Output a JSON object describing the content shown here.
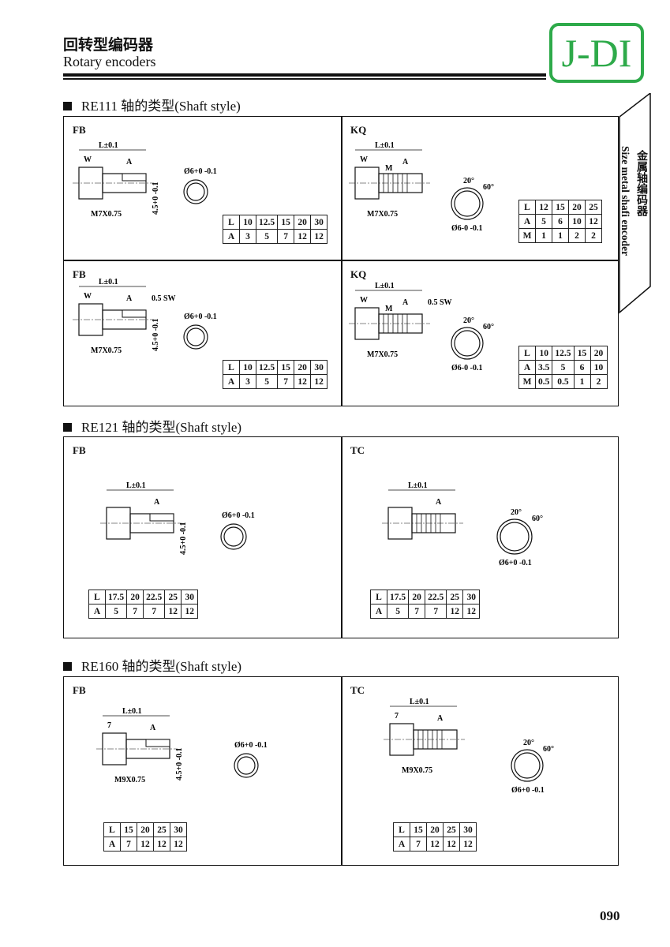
{
  "header": {
    "title_cn": "回转型编码器",
    "title_en": "Rotary encoders",
    "logo": "J-DI"
  },
  "side_tab": {
    "cn": "金属轴编码器",
    "en": "Size metal shafi encoder"
  },
  "sections": [
    {
      "heading": "RE111 轴的类型(Shaft style)",
      "panels": [
        {
          "title": "FB",
          "kind": "FB",
          "labels": {
            "L": "L±0.1",
            "W": "W",
            "A": "A",
            "thread": "M7X0.75",
            "h": "4.5+0 -0.1",
            "d": "Ø6+0 -0.1"
          },
          "table": [
            [
              "L",
              "10",
              "12.5",
              "15",
              "20",
              "30"
            ],
            [
              "A",
              "3",
              "5",
              "7",
              "12",
              "12"
            ]
          ]
        },
        {
          "title": "KQ",
          "kind": "KQ",
          "labels": {
            "L": "L±0.1",
            "W": "W",
            "A": "A",
            "M": "M",
            "thread": "M7X0.75",
            "d": "Ø6-0 -0.1",
            "a1": "20°",
            "a2": "60°"
          },
          "table": [
            [
              "L",
              "12",
              "15",
              "20",
              "25"
            ],
            [
              "A",
              "5",
              "6",
              "10",
              "12"
            ],
            [
              "M",
              "1",
              "1",
              "2",
              "2"
            ]
          ]
        },
        {
          "title": "FB",
          "kind": "FB",
          "labels": {
            "L": "L±0.1",
            "W": "W",
            "A": "A",
            "sw": "0.5  SW",
            "thread": "M7X0.75",
            "h": "4.5+0 -0.1",
            "d": "Ø6+0 -0.1"
          },
          "table": [
            [
              "L",
              "10",
              "12.5",
              "15",
              "20",
              "30"
            ],
            [
              "A",
              "3",
              "5",
              "7",
              "12",
              "12"
            ]
          ]
        },
        {
          "title": "KQ",
          "kind": "KQ",
          "labels": {
            "L": "L±0.1",
            "W": "W",
            "A": "A",
            "M": "M",
            "sw": "0.5  SW",
            "thread": "M7X0.75",
            "d": "Ø6-0 -0.1",
            "a1": "20°",
            "a2": "60°"
          },
          "table": [
            [
              "L",
              "10",
              "12.5",
              "15",
              "20"
            ],
            [
              "A",
              "3.5",
              "5",
              "6",
              "10"
            ],
            [
              "M",
              "0.5",
              "0.5",
              "1",
              "2"
            ]
          ]
        }
      ]
    },
    {
      "heading": "RE121 轴的类型(Shaft style)",
      "panels": [
        {
          "title": "FB",
          "kind": "FB",
          "labels": {
            "L": "L±0.1",
            "A": "A",
            "h": "4.5+0 -0.1",
            "d": "Ø6+0 -0.1"
          },
          "table": [
            [
              "L",
              "17.5",
              "20",
              "22.5",
              "25",
              "30"
            ],
            [
              "A",
              "5",
              "7",
              "7",
              "12",
              "12"
            ]
          ]
        },
        {
          "title": "TC",
          "kind": "TC",
          "labels": {
            "L": "L±0.1",
            "A": "A",
            "d": "Ø6+0 -0.1",
            "a1": "20°",
            "a2": "60°"
          },
          "table": [
            [
              "L",
              "17.5",
              "20",
              "22.5",
              "25",
              "30"
            ],
            [
              "A",
              "5",
              "7",
              "7",
              "12",
              "12"
            ]
          ]
        }
      ]
    },
    {
      "heading": "RE160 轴的类型(Shaft style)",
      "panels": [
        {
          "title": "FB",
          "kind": "FB",
          "labels": {
            "L": "L±0.1",
            "W": "7",
            "A": "A",
            "thread": "M9X0.75",
            "h": "4.5+0 -0.1",
            "d": "Ø6+0 -0.1"
          },
          "table": [
            [
              "L",
              "15",
              "20",
              "25",
              "30"
            ],
            [
              "A",
              "7",
              "12",
              "12",
              "12"
            ]
          ]
        },
        {
          "title": "TC",
          "kind": "TC",
          "labels": {
            "L": "L±0.1",
            "W": "7",
            "A": "A",
            "thread": "M9X0.75",
            "d": "Ø6+0 -0.1",
            "a1": "20°",
            "a2": "60°"
          },
          "table": [
            [
              "L",
              "15",
              "20",
              "25",
              "30"
            ],
            [
              "A",
              "7",
              "12",
              "12",
              "12"
            ]
          ]
        }
      ]
    }
  ],
  "page_number": "090",
  "colors": {
    "logo": "#2eaa4a",
    "ink": "#111111"
  }
}
